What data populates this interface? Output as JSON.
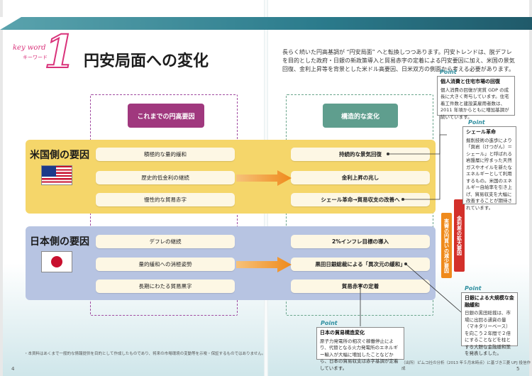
{
  "header": {
    "keyword": "key word",
    "keyword_sub": "キーワード",
    "number": "1",
    "title": "円安局面への変化"
  },
  "intro": "長らく続いた円高基調が “円安局面” へと転換しつつあります。円安トレンドは、脱デフレを目的とした政府・日銀の新政策導入と貿易赤字の定着による円安要因に加え、米国の景気回復、金利上昇等を背景とした米ドル高要因、日米双方の側面から考える必要があります。",
  "columns": {
    "left_header": "これまでの円高要因",
    "right_header": "構造的な変化"
  },
  "us": {
    "title": "米国側の要因",
    "left": [
      "積極的な量的緩和",
      "歴史的低金利の継続",
      "慢性的な貿易赤字"
    ],
    "right": [
      "持続的な景気回復",
      "金利上昇の兆し",
      "シェール革命→貿易収支の改善へ"
    ]
  },
  "jp": {
    "title": "日本側の要因",
    "left": [
      "デフレの継続",
      "量的緩和への消極姿勢",
      "長期にわたる貿易黒字"
    ],
    "right": [
      "2%インフレ目標の導入",
      "黒田日銀総裁による「異次元の緩和」",
      "貿易赤字の定着"
    ]
  },
  "vertical_labels": {
    "red": "金利差の拡大要因",
    "orange": "実需の円買いの減少要因"
  },
  "points": {
    "label": "Point",
    "p1": {
      "title": "個人消費と住宅市場の回復",
      "body": "個人消費の回復が実質 GDP の成長に大きく寄与しています。住宅着工件数と建設業雇用者数は、2011 年頃からともに増加基調が続いています。"
    },
    "p2": {
      "title": "シェール革命",
      "body": "掘削技術の進歩により「頁岩（けつがん）＝シェール」と呼ばれる岩盤層に貯まった天然ガスやオイルを新たなエネルギーとして利用するもの。米国のエネルギー自給率を引き上げ、貿易収支を大幅に改善することが期待されています。"
    },
    "p3": {
      "title": "日銀による大規模な金融緩和",
      "body": "日銀の黒田総裁は、市場に出回る通貨の量（マネタリーベース）を向こう２年間で２倍にすることなどを柱とする大胆な金融緩和策を発表しました。"
    },
    "p4": {
      "title": "日本の貿易構造変化",
      "body": "原子力発電所の相次ぐ稼働停止により、代替となる火力発電所のエネルギー輸入が大幅に増加したことなどから、日本の貿易収支は赤字基調が定着しています。"
    }
  },
  "footnote": "・本資料はあくまで一般的な情報提供を目的として作成したものであり、将来の市場環境の変動等を示唆・保証するものではありません。",
  "source": "（出所）ピムコ社の分析（2013 年５月末時点）に基づき三菱 UFJ 投信作成",
  "page_left": "4",
  "page_right": "5",
  "colors": {
    "accent_pink": "#d9327a",
    "left_header": "#a0387e",
    "right_header": "#5f9e8e",
    "us_band": "#f5d66a",
    "jp_band": "#b7c4e2",
    "arrow": "#ef8a1c",
    "red_label": "#d3302a",
    "orange_label": "#ef8a1c",
    "point": "#2f8fa0"
  },
  "icons": [
    "us-flag",
    "japan-flag",
    "right-arrow"
  ]
}
